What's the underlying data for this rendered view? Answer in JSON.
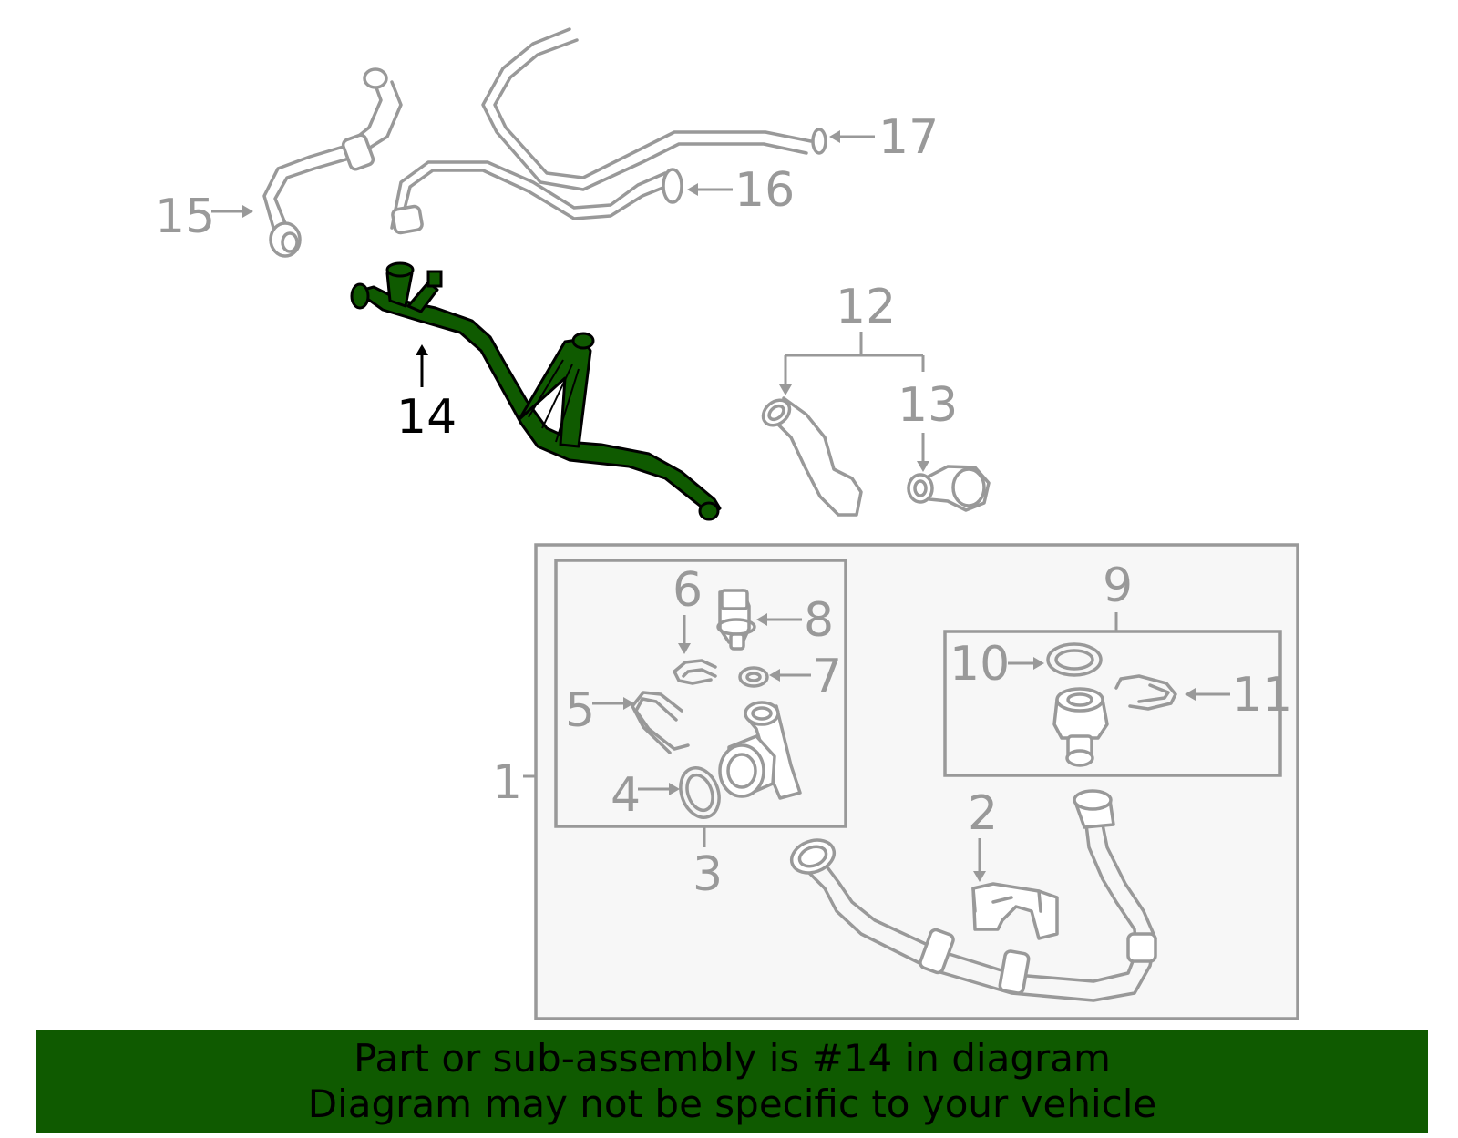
{
  "callouts": {
    "c1": "1",
    "c2": "2",
    "c3": "3",
    "c4": "4",
    "c5": "5",
    "c6": "6",
    "c7": "7",
    "c8": "8",
    "c9": "9",
    "c10": "10",
    "c11": "11",
    "c12": "12",
    "c13": "13",
    "c14": "14",
    "c15": "15",
    "c16": "16",
    "c17": "17"
  },
  "highlighted_part": "14",
  "colors": {
    "highlight": "#0f5a00",
    "lines": "#999999",
    "banner_bg": "#0f5a00"
  },
  "banner": {
    "line1": "Part or sub-assembly is #14 in diagram",
    "line2": "Diagram may not be specific to your vehicle"
  }
}
